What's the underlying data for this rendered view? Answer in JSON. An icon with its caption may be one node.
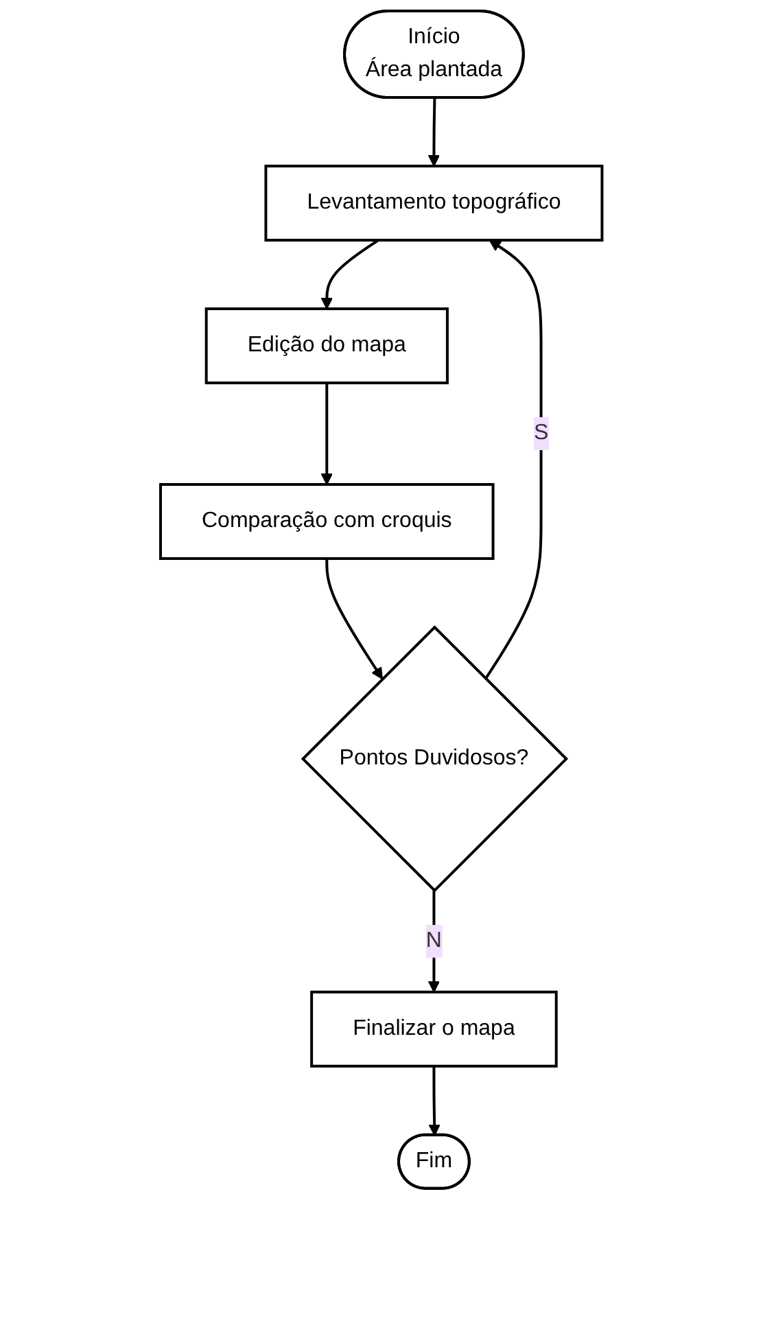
{
  "diagram": {
    "nodes": [
      {
        "text": [
          "Início",
          "Área plantada"
        ]
      },
      {
        "text": [
          "Levantamento topográfico"
        ]
      },
      {
        "text": [
          "Edição do mapa"
        ]
      },
      {
        "text": [
          "Comparação com croquis"
        ]
      },
      {
        "text": [
          "Pontos Duvidosos?"
        ]
      },
      {
        "text": [
          "Finalizar o mapa"
        ]
      },
      {
        "text": [
          "Fim"
        ]
      }
    ],
    "edges": [
      {
        "from": 0,
        "to": 1,
        "arrow": "to"
      },
      {
        "from": 1,
        "to": 2,
        "arrow": "to"
      },
      {
        "from": 2,
        "to": 3,
        "arrow": "to"
      },
      {
        "from": 3,
        "to": 4,
        "arrow": "to"
      },
      {
        "from": 4,
        "to": 1,
        "arrow": "to",
        "label": "S"
      },
      {
        "from": 4,
        "to": 5,
        "arrow": "to",
        "label": "N"
      },
      {
        "from": 5,
        "to": 6,
        "arrow": "to"
      }
    ]
  }
}
